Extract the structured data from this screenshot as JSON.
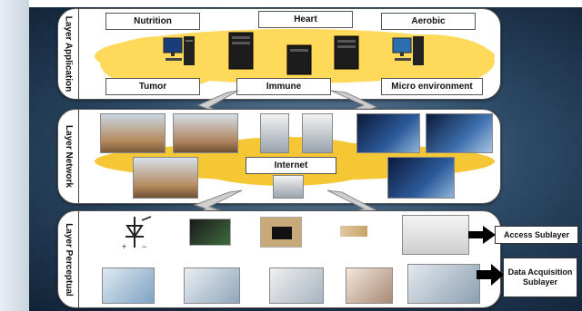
{
  "layers": {
    "application": {
      "title": "Layer Application",
      "boxes": [
        "Nutrition",
        "Heart",
        "Aerobic",
        "Tumor",
        "Immune",
        "Micro environment"
      ]
    },
    "network": {
      "title": "Layer Network",
      "center": "Internet"
    },
    "perceptual": {
      "title": "Layer Perceptual",
      "access": "Access Sublayer",
      "acquisition": "Data Acquisition Sublayer"
    }
  },
  "colors": {
    "cloud": "#ffd95a",
    "panel": "#ffffff",
    "background": "#2d4a66"
  }
}
